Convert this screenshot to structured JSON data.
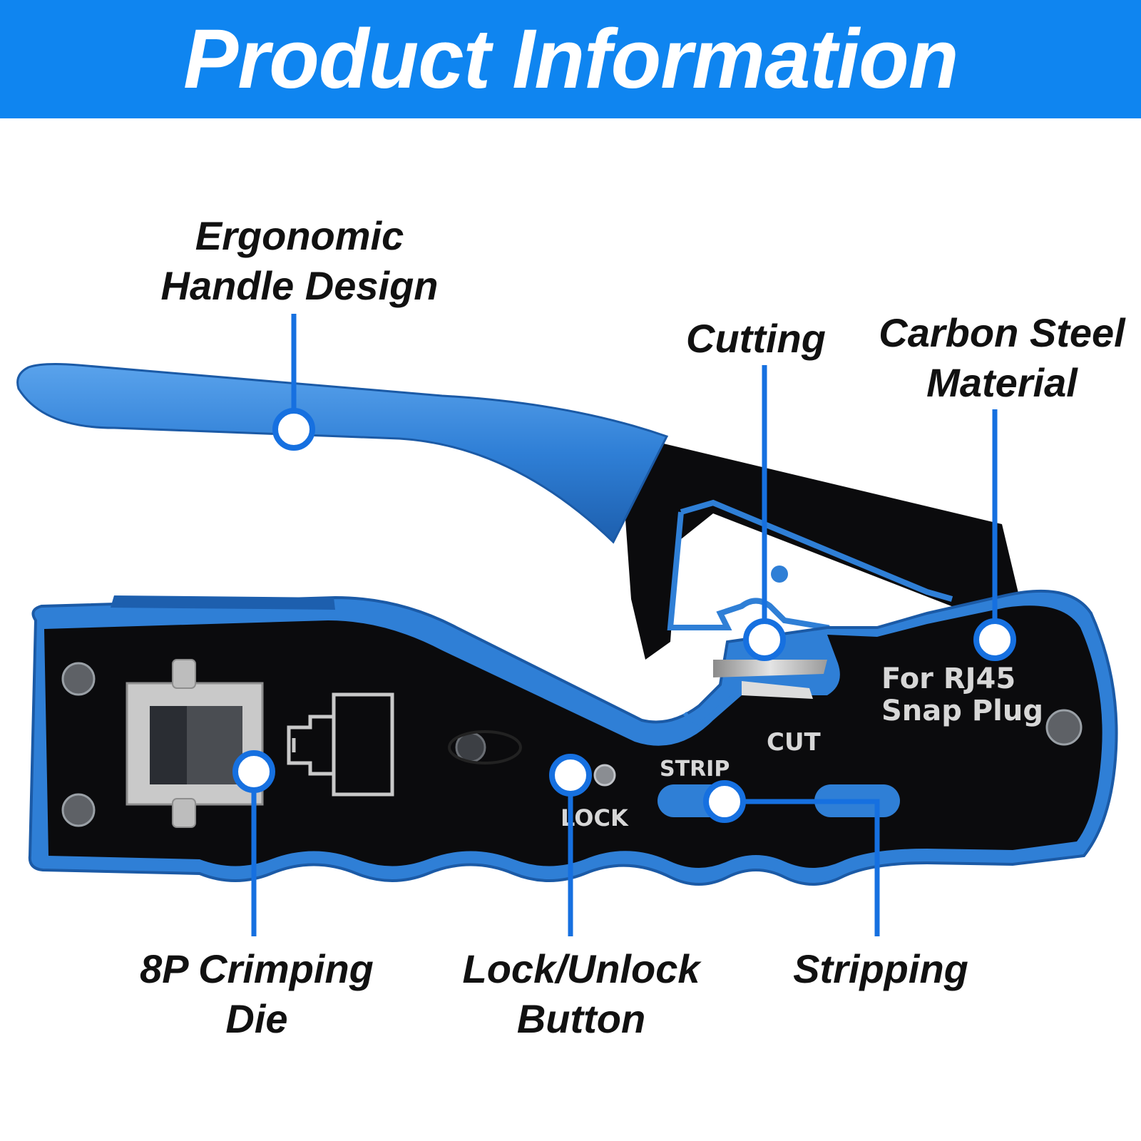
{
  "banner": {
    "title": "Product Information",
    "color": "#0f85f0"
  },
  "callouts": {
    "ergonomic": "Ergonomic\nHandle Design",
    "cutting": "Cutting",
    "carbon": "Carbon Steel\nMaterial",
    "crimping": "8P Crimping\nDie",
    "lock": "Lock/Unlock\nButton",
    "stripping": "Stripping"
  },
  "tool_markings": {
    "brand_line1": "For RJ45",
    "brand_line2": "Snap Plug",
    "cut": "CUT",
    "strip": "STRIP",
    "lock": "LOCK"
  },
  "colors": {
    "handle_blue": "#2f7fd6",
    "body_black": "#0b0b0d",
    "callout_line": "#1670e0",
    "callout_dot": "#ffffff"
  }
}
